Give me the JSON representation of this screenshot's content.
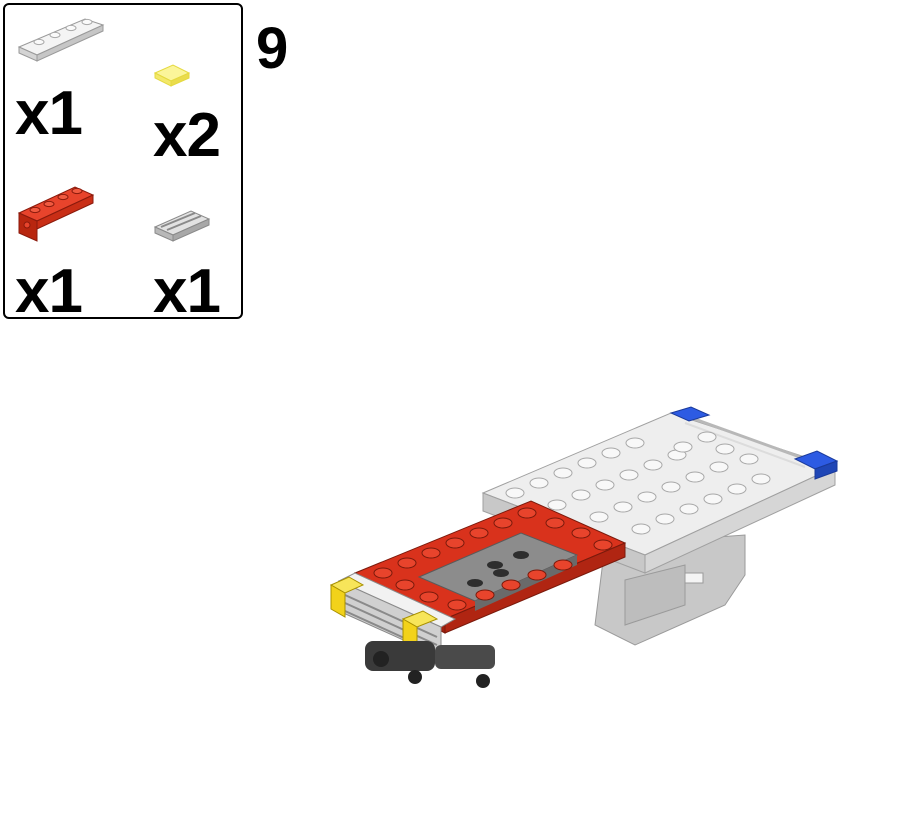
{
  "step": {
    "number": "9"
  },
  "parts_list": {
    "items": [
      {
        "name": "white-plate-1x4",
        "color": "#e6e6e6",
        "quantity": "x1"
      },
      {
        "name": "trans-yellow-tile-1x1",
        "color": "#f7f27a",
        "quantity": "x2"
      },
      {
        "name": "red-bracket-1x4",
        "color": "#d9321c",
        "quantity": "x1"
      },
      {
        "name": "light-gray-grille-tile",
        "color": "#bdbdbd",
        "quantity": "x1"
      }
    ]
  },
  "model": {
    "colors": {
      "white": "#ececec",
      "light_gray": "#c9c9c9",
      "red": "#d9321c",
      "blue": "#2d5be3",
      "trans_yellow": "#f2d21a",
      "dark_gray": "#3a3a3a"
    }
  }
}
